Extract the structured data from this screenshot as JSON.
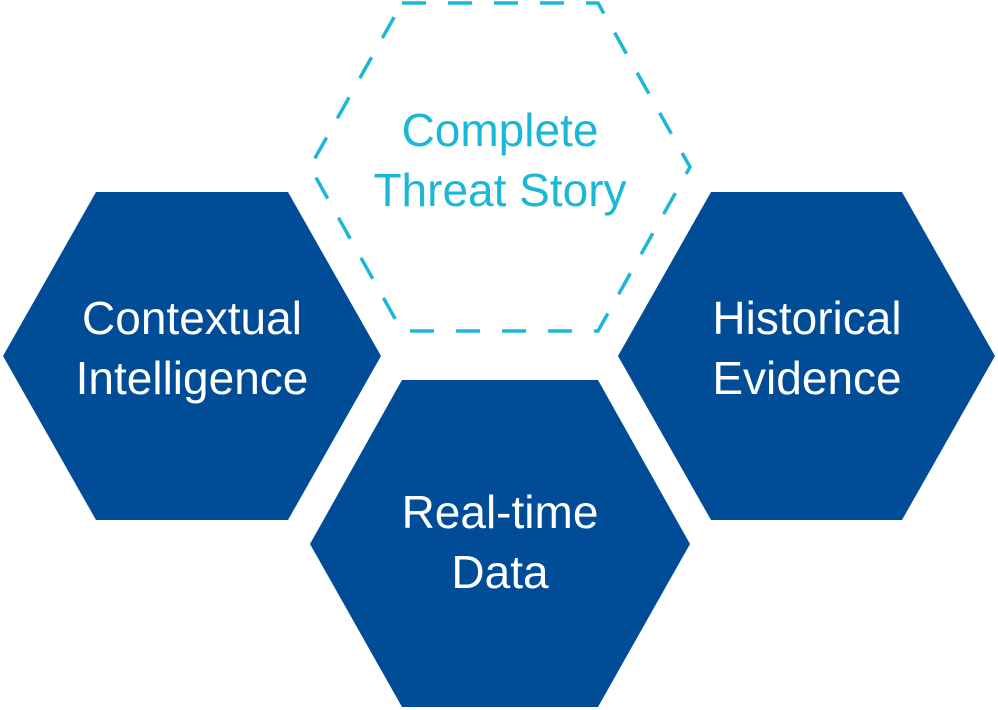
{
  "colors": {
    "solid_fill": "#004c97",
    "outline_stroke": "#1ab8d6",
    "label_on_solid": "#ffffff",
    "label_on_outline": "#1ab8d6",
    "background": "#ffffff"
  },
  "hexagons": {
    "complete_threat_story": {
      "style": "dashed-outline",
      "lines": [
        "Complete",
        "Threat Story"
      ]
    },
    "contextual_intelligence": {
      "style": "solid",
      "lines": [
        "Contextual",
        "Intelligence"
      ]
    },
    "historical_evidence": {
      "style": "solid",
      "lines": [
        "Historical",
        "Evidence"
      ]
    },
    "real_time_data": {
      "style": "solid",
      "lines": [
        "Real-time",
        "Data"
      ]
    }
  }
}
